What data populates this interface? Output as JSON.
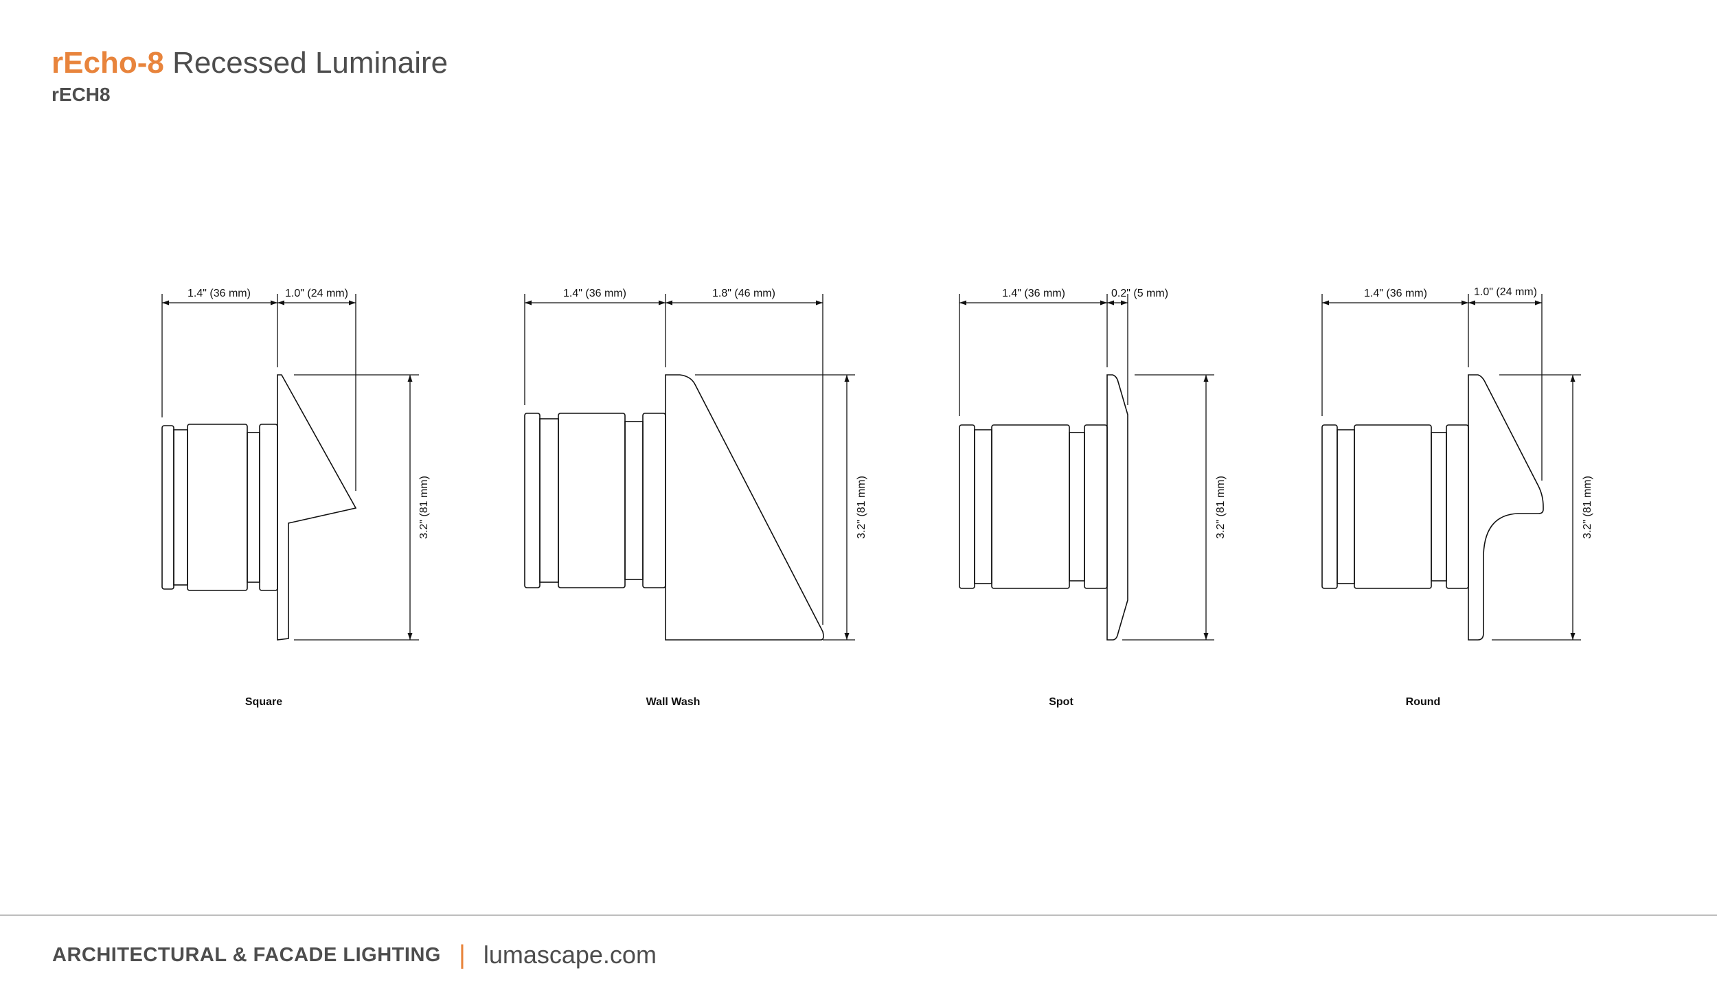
{
  "header": {
    "product_name": "rEcho-8",
    "product_type": "Recessed Luminaire",
    "model_code": "rECH8"
  },
  "views": [
    {
      "caption": "Square",
      "body_depth": "1.4\" (36 mm)",
      "optic_depth": "1.0\" (24 mm)",
      "height": "3.2\" (81 mm)"
    },
    {
      "caption": "Wall Wash",
      "body_depth": "1.4\" (36 mm)",
      "optic_depth": "1.8\" (46 mm)",
      "height": "3.2\" (81 mm)"
    },
    {
      "caption": "Spot",
      "body_depth": "1.4\" (36 mm)",
      "optic_depth": "0.2\" (5 mm)",
      "height": "3.2\" (81 mm)"
    },
    {
      "caption": "Round",
      "body_depth": "1.4\" (36 mm)",
      "optic_depth": "1.0\" (24 mm)",
      "height": "3.2\" (81 mm)"
    }
  ],
  "footer": {
    "category": "ARCHITECTURAL & FACADE LIGHTING",
    "separator": "|",
    "website": "lumascape.com"
  },
  "colors": {
    "accent": "#e8843c",
    "text": "#4d4d4d",
    "rule": "#bdbdbd",
    "line": "#111111"
  }
}
